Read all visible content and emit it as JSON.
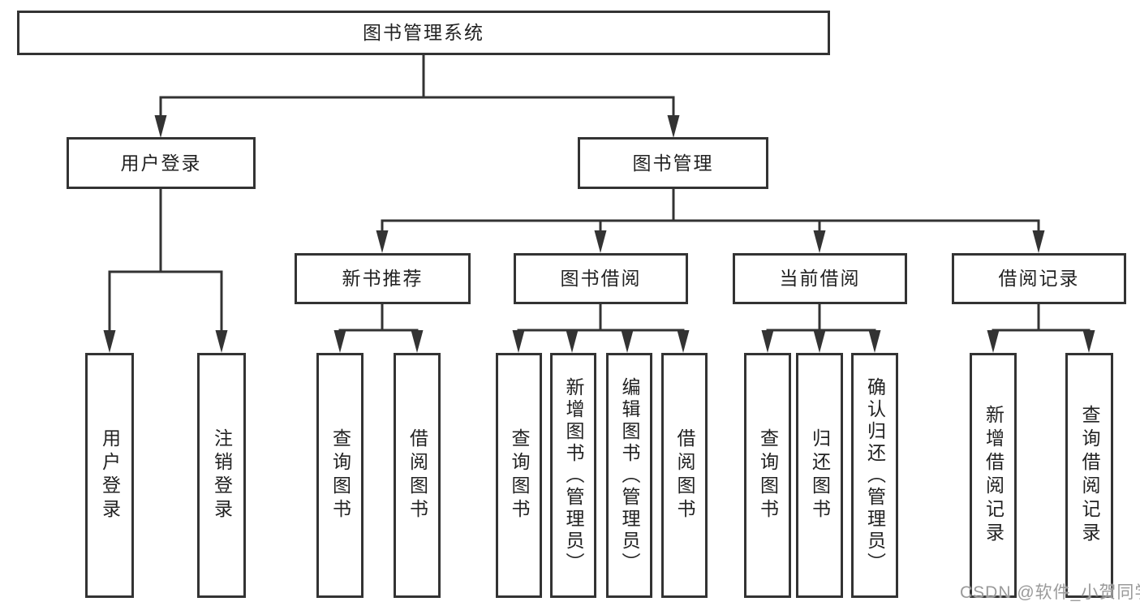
{
  "root": {
    "label": "图书管理系统"
  },
  "level2": [
    {
      "label": "用户登录"
    },
    {
      "label": "图书管理"
    }
  ],
  "level3": [
    {
      "label": "新书推荐"
    },
    {
      "label": "图书借阅"
    },
    {
      "label": "当前借阅"
    },
    {
      "label": "借阅记录"
    }
  ],
  "level4": {
    "user_login_children": [
      "用户登录",
      "注销登录"
    ],
    "new_book_children": [
      "查询图书",
      "借阅图书"
    ],
    "book_borrow_children": [
      "查询图书",
      "新增图书（管理员）",
      "编辑图书（管理员）",
      "借阅图书"
    ],
    "current_borrow_children": [
      "查询图书",
      "归还图书",
      "确认归还（管理员）"
    ],
    "borrow_record_children": [
      "新增借阅记录",
      "查询借阅记录"
    ]
  },
  "watermark": "CSDN @软件_小贺同学",
  "colors": {
    "line": "#333333",
    "text": "#222222",
    "watermark": "#9a9a9a",
    "background": "#ffffff"
  }
}
